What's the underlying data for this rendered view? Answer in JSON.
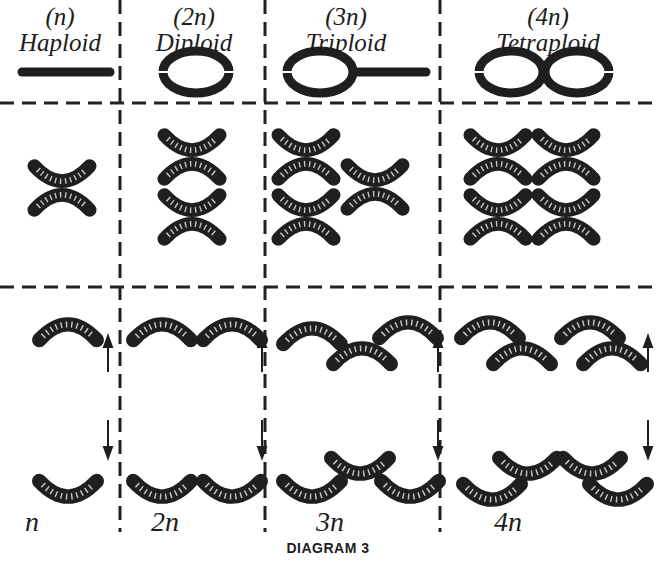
{
  "diagram": {
    "caption": "DIAGRAM 3",
    "labels": [
      "(n)",
      "Haploid",
      "(2n)",
      "Diploid",
      "(3n)",
      "Triploid",
      "(4n)",
      "Tetraploid",
      "n",
      "2n",
      "3n",
      "4n"
    ]
  }
}
